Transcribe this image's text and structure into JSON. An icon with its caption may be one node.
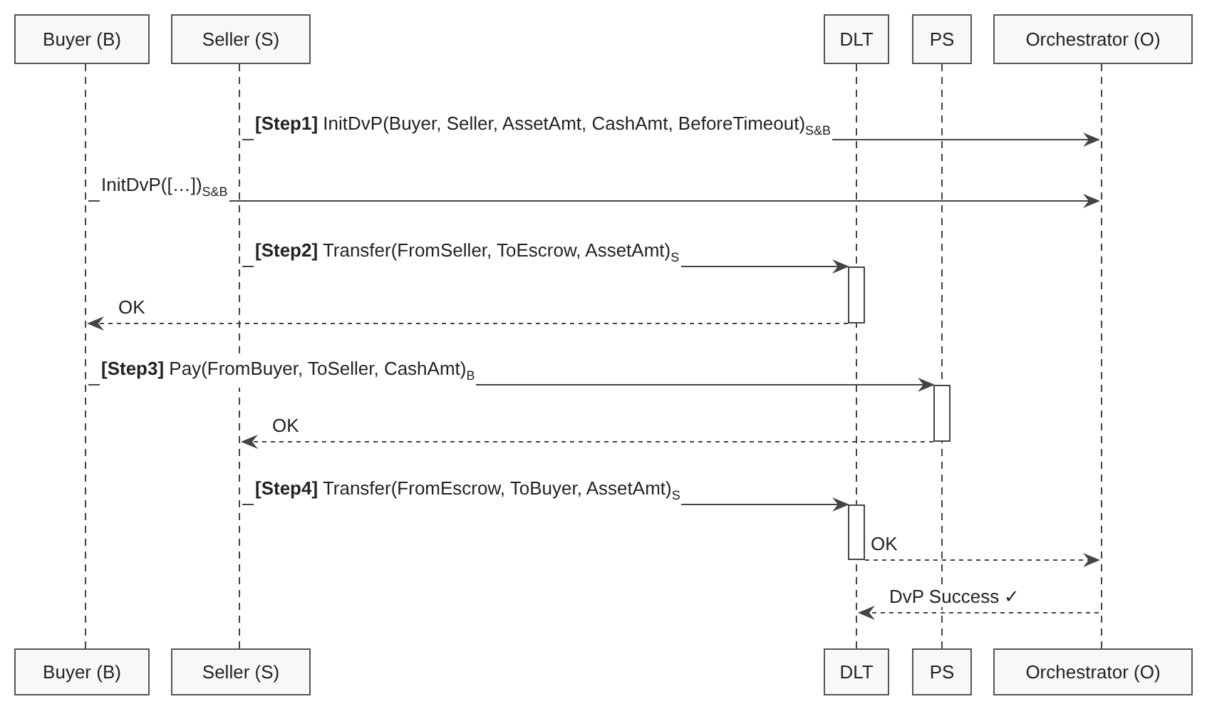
{
  "diagram": {
    "nodes": [
      {
        "text": [
          "Buyer (B)"
        ]
      },
      {
        "text": [
          "Seller (S)"
        ]
      },
      {
        "text": [
          "DLT"
        ]
      },
      {
        "text": [
          "PS"
        ]
      },
      {
        "text": [
          "Orchestrator (O)"
        ]
      },
      {
        "text": [],
        "shape": "line"
      },
      {
        "text": [],
        "shape": "line"
      },
      {
        "text": [],
        "shape": "line"
      },
      {
        "text": [],
        "shape": "line"
      },
      {
        "text": [],
        "shape": "line"
      },
      {
        "text": [],
        "shape": "bar"
      },
      {
        "text": [],
        "shape": "bar"
      },
      {
        "text": [],
        "shape": "bar"
      },
      {
        "text": [
          "Buyer (B)"
        ]
      },
      {
        "text": [
          "Seller (S)"
        ]
      },
      {
        "text": [
          "DLT"
        ]
      },
      {
        "text": [
          "PS"
        ]
      },
      {
        "text": [
          "Orchestrator (O)"
        ]
      }
    ],
    "edges": [
      {
        "from": 6,
        "to": 9,
        "arrow": "to",
        "label": "**[Step1]** InitDvP(Buyer, Seller, AssetAmt, CashAmt, BeforeTimeout)$_{S&B}$"
      },
      {
        "from": 5,
        "to": 9,
        "arrow": "to",
        "label": "InitDvP([…])$_{S&B}$"
      },
      {
        "from": 6,
        "to": 10,
        "arrow": "to",
        "label": "**[Step2]** Transfer(FromSeller, ToEscrow, AssetAmt)$_{S}$"
      },
      {
        "from": 10,
        "to": 5,
        "arrow": "to",
        "style": "dashed",
        "label": "OK"
      },
      {
        "from": 5,
        "to": 11,
        "arrow": "to",
        "label": "**[Step3]** Pay(FromBuyer, ToSeller, CashAmt)$_{B}$"
      },
      {
        "from": 11,
        "to": 6,
        "arrow": "to",
        "style": "dashed",
        "label": "OK"
      },
      {
        "from": 6,
        "to": 12,
        "arrow": "to",
        "label": "**[Step4]** Transfer(FromEscrow, ToBuyer, AssetAmt)$_{S}$"
      },
      {
        "from": 12,
        "to": 9,
        "arrow": "to",
        "style": "dashed",
        "label": "OK"
      },
      {
        "from": 9,
        "to": 7,
        "arrow": "to",
        "style": "dashed",
        "label": "DvP Success ✓"
      }
    ]
  }
}
